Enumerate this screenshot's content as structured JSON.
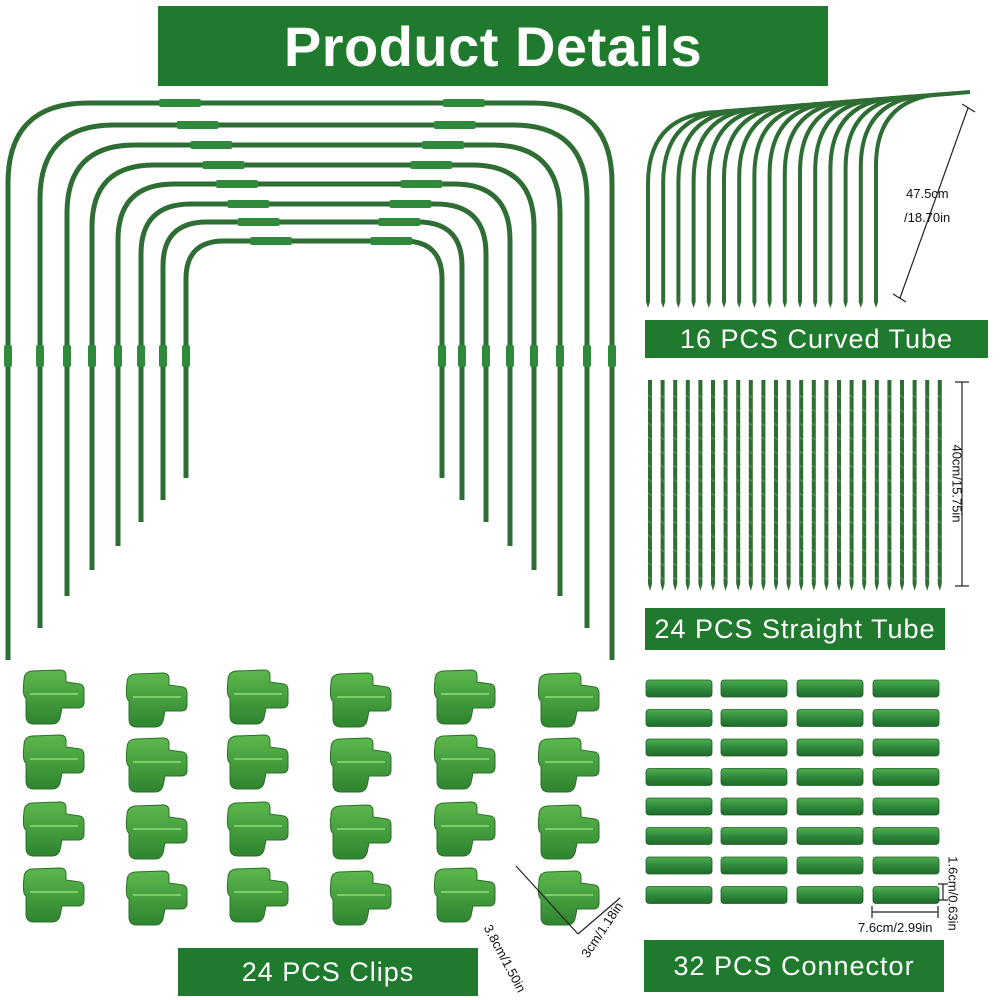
{
  "header": {
    "title": "Product Details"
  },
  "sections": {
    "curved": {
      "label": "16 PCS Curved Tube",
      "dim_line1": "47.5cm",
      "dim_line2": "/18.70in"
    },
    "straight": {
      "label": "24 PCS Straight Tube",
      "dim": "40cm/15.75in"
    },
    "clips": {
      "label": "24 PCS Clips",
      "dim_a": "3.8cm/1.50in",
      "dim_b": "3cm/1.18in"
    },
    "connector": {
      "label": "32 PCS Connector",
      "dim_h": "1.6cm/0.63in",
      "dim_w": "7.6cm/2.99in"
    }
  },
  "colors": {
    "banner": "#1f7a2e",
    "tube": "#2e6e34",
    "clip": "#3f9a3a",
    "connector": "#2f8a3c"
  }
}
